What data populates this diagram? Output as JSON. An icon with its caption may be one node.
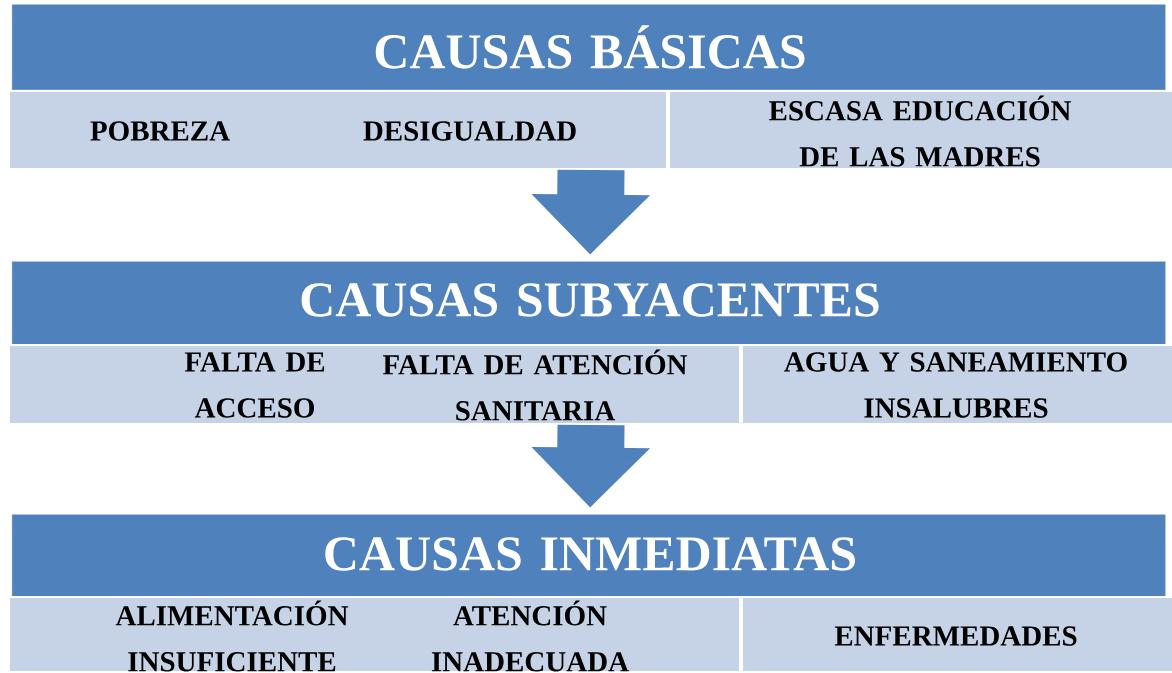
{
  "diagram": {
    "nodes": [
      {
        "text": [
          "CAUSAS BÁSICAS"
        ]
      },
      {
        "text": [
          "POBREZA",
          "DESIGUALDAD"
        ]
      },
      {
        "text": [
          "ESCASA EDUCACIÓN DE LAS MADRES"
        ]
      },
      {
        "text": [
          "CAUSAS SUBYACENTES"
        ]
      },
      {
        "text": [
          "FALTA DE ACCESO",
          "FALTA DE ATENCIÓN SANITARIA"
        ]
      },
      {
        "text": [
          "AGUA Y SANEAMIENTO INSALUBRES"
        ]
      },
      {
        "text": [
          "CAUSAS INMEDIATAS"
        ]
      },
      {
        "text": [
          "ALIMENTACIÓN INSUFICIENTE",
          "ATENCIÓN INADECUADA"
        ]
      },
      {
        "text": [
          "ENFERMEDADES"
        ]
      }
    ],
    "edges": [
      {
        "from": 1,
        "to": 3,
        "arrow": "to"
      },
      {
        "from": 4,
        "to": 6,
        "arrow": "to"
      }
    ]
  }
}
